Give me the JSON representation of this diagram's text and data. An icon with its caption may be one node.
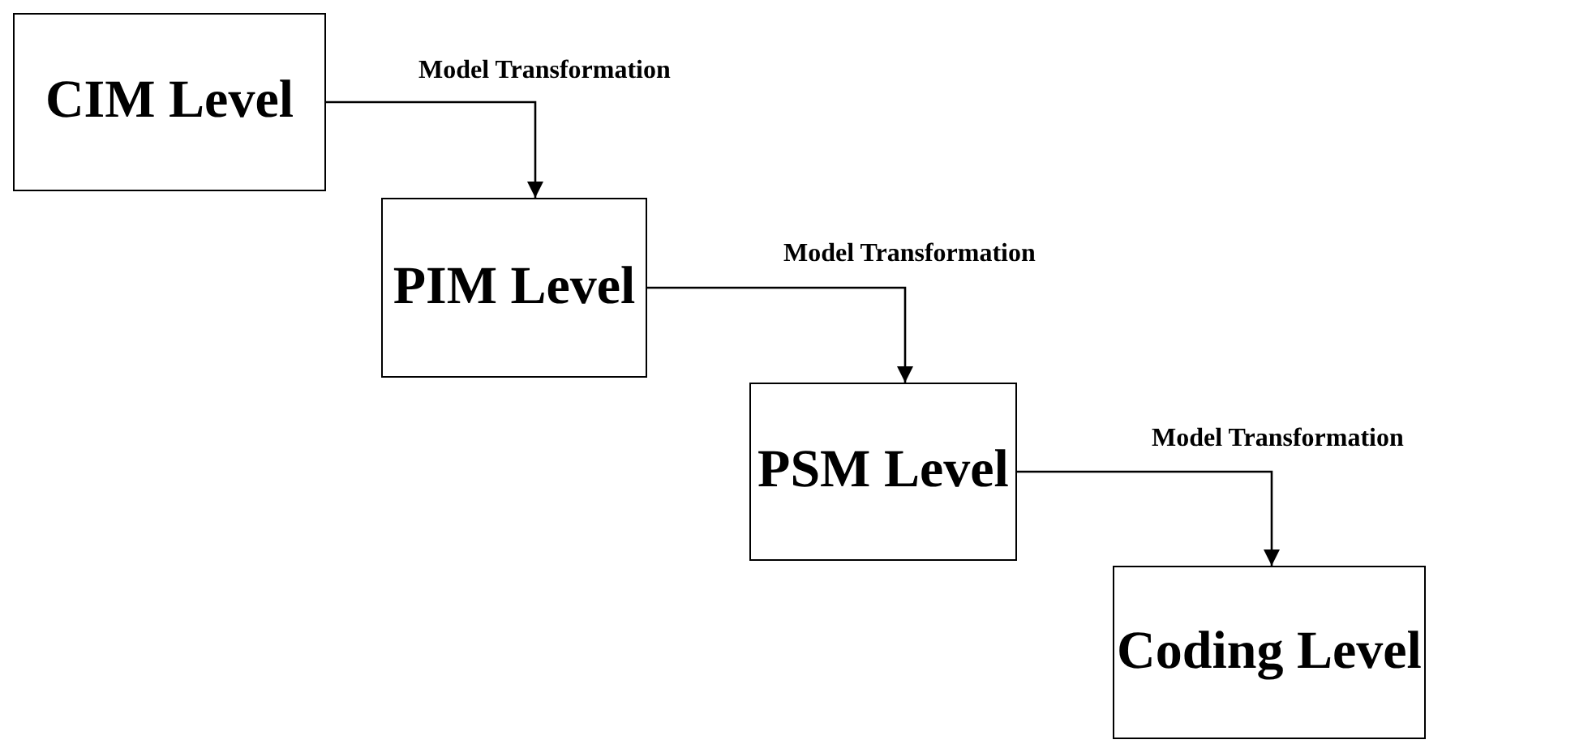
{
  "diagram": {
    "nodes": [
      {
        "text": [
          "CIM Level"
        ]
      },
      {
        "text": [
          "PIM Level"
        ]
      },
      {
        "text": [
          "PSM Level"
        ]
      },
      {
        "text": [
          "Coding Level"
        ]
      }
    ],
    "edges": [
      {
        "from": 0,
        "to": 1,
        "arrow": "to",
        "label": "Model Transformation"
      },
      {
        "from": 1,
        "to": 2,
        "arrow": "to",
        "label": "Model Transformation"
      },
      {
        "from": 2,
        "to": 3,
        "arrow": "to",
        "label": "Model Transformation"
      }
    ]
  }
}
